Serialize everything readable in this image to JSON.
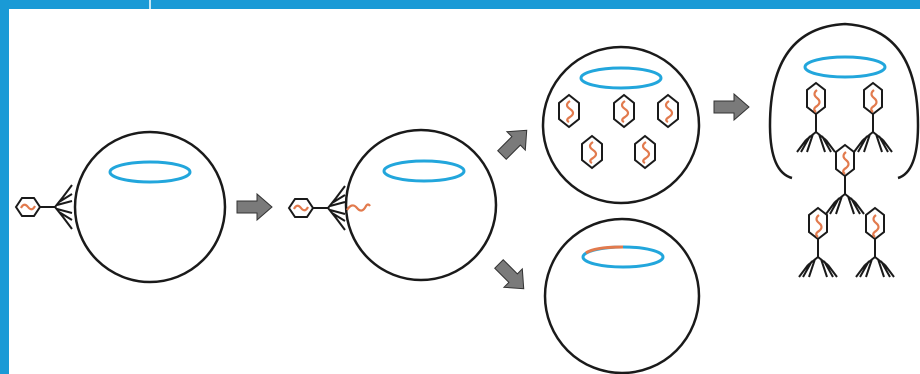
{
  "colors": {
    "frame": "#1a9ad6",
    "outline": "#1a1a1a",
    "plasmid": "#22a6dc",
    "dna": "#e27a4d",
    "arrow": "#7a7a7a",
    "background": "#ffffff"
  },
  "diagram": {
    "stages": [
      {
        "id": "attachment",
        "icons": [
          "phage-icon",
          "cell-icon",
          "plasmid-icon"
        ]
      },
      {
        "id": "injection",
        "icons": [
          "phage-icon",
          "cell-icon",
          "plasmid-icon",
          "dna-strand-icon"
        ]
      },
      {
        "id": "lytic-replication",
        "icons": [
          "cell-icon",
          "plasmid-icon",
          "phage-head-icon"
        ],
        "phage_heads_count": 5
      },
      {
        "id": "lysogenic-integration",
        "icons": [
          "cell-icon",
          "plasmid-icon",
          "integrated-dna-icon"
        ]
      },
      {
        "id": "lysis-release",
        "icons": [
          "burst-cell-icon",
          "plasmid-icon",
          "phage-icon"
        ],
        "released_phages_count": 5
      }
    ],
    "arrows": [
      "arrow-right-icon",
      "arrow-up-right-icon",
      "arrow-down-right-icon",
      "arrow-right-icon"
    ]
  }
}
